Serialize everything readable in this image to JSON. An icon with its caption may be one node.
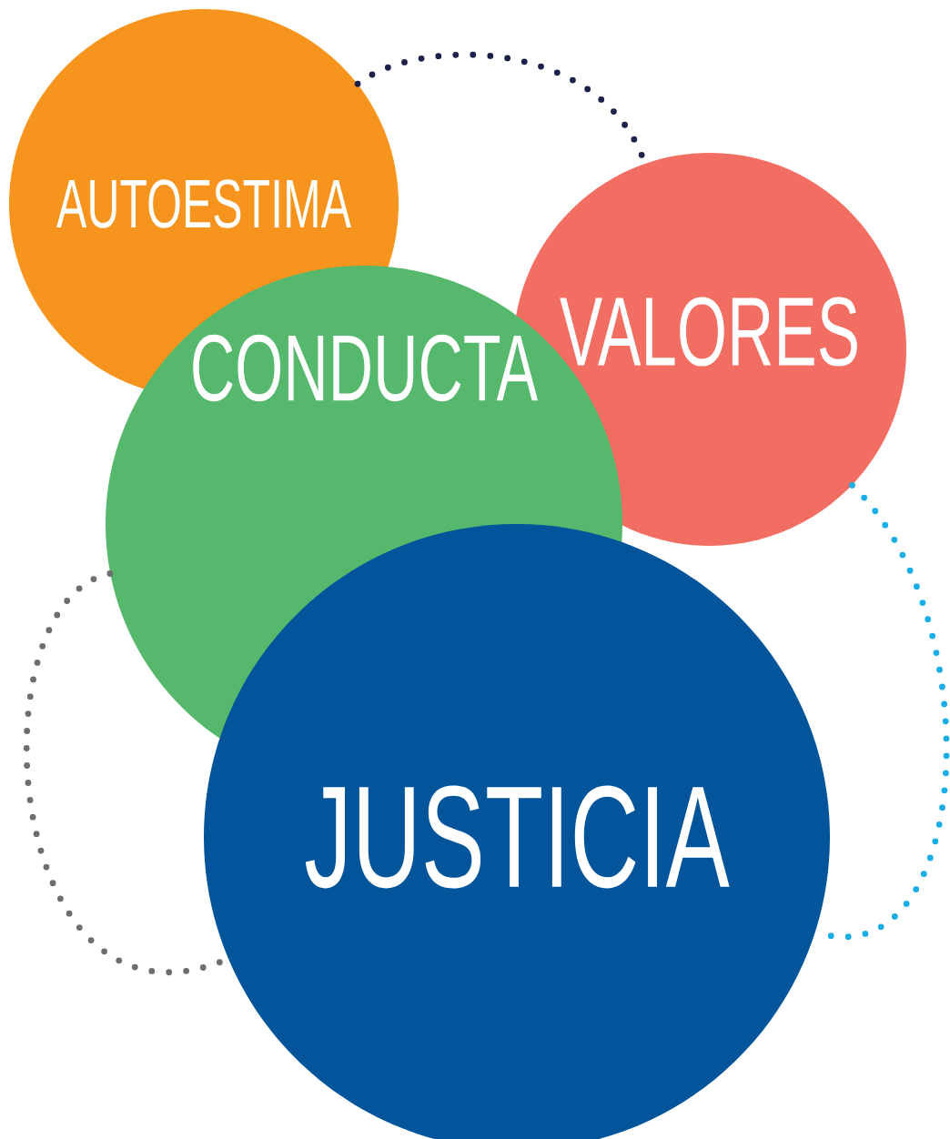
{
  "diagram": {
    "nodes": [
      {
        "text": [
          "AUTOESTIMA"
        ]
      },
      {
        "text": [
          "VALORES"
        ]
      },
      {
        "text": [
          "CONDUCTA"
        ]
      },
      {
        "text": [
          "JUSTICIA"
        ]
      }
    ],
    "edges": [
      {
        "from": 0,
        "to": 1,
        "arrow": "none",
        "color": "#1b2148"
      },
      {
        "from": 1,
        "to": 3,
        "arrow": "none",
        "color": "#1aaee8"
      },
      {
        "from": 2,
        "to": 3,
        "arrow": "none",
        "color": "#6d6e71"
      }
    ]
  }
}
